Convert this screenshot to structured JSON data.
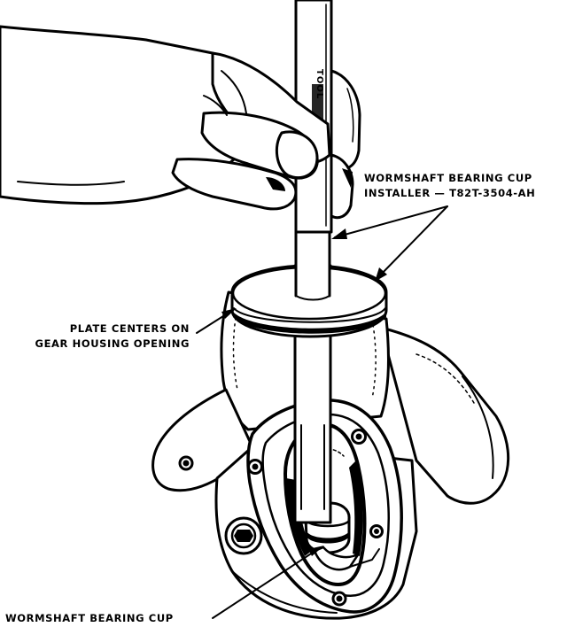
{
  "labels": {
    "installer_line1": "WORMSHAFT BEARING CUP",
    "installer_line2": "INSTALLER — T82T-3504-AH",
    "plate_line1": "PLATE CENTERS ON",
    "plate_line2": "GEAR HOUSING OPENING",
    "cup": "WORMSHAFT BEARING CUP",
    "tool_marking": "TOOL"
  },
  "colors": {
    "ink": "#000000",
    "paper": "#ffffff"
  }
}
